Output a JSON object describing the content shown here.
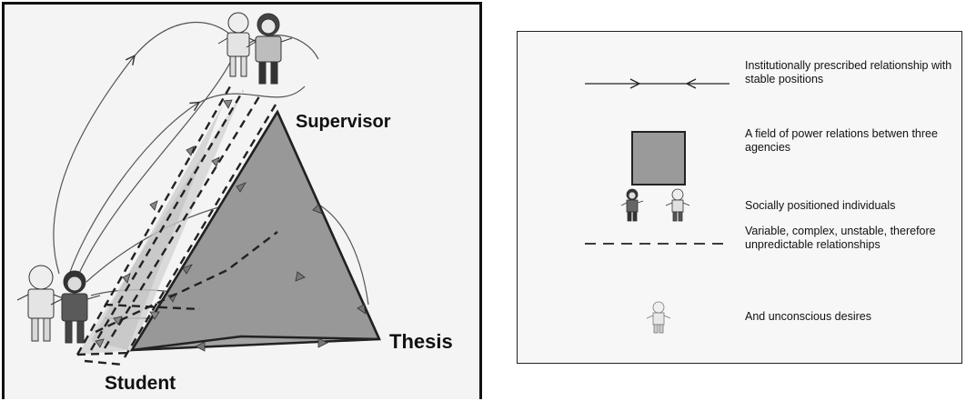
{
  "diagram": {
    "labels": {
      "supervisor": "Supervisor",
      "thesis": "Thesis",
      "student": "Student"
    }
  },
  "legend": {
    "items": [
      {
        "icon": "arrow-line-icon",
        "text": "Institutionally prescribed relationship with stable positions"
      },
      {
        "icon": "shaded-square-icon",
        "text": "A field of power relations betwen three agencies"
      },
      {
        "icon": "two-figures-icon",
        "text": "Socially positioned individuals"
      },
      {
        "icon": "dashed-line-icon",
        "text": "Variable, complex, unstable, therefore unpredictable relationships"
      },
      {
        "icon": "ghost-figure-icon",
        "text": "And unconscious desires"
      }
    ]
  },
  "colors": {
    "triangle_fill": "#8f8f8f",
    "left_face_fill": "#c9c9c9",
    "border": "#111111",
    "background": "#f4f4f4",
    "dark_figure": "#555555",
    "light_figure": "#e4e4e4"
  }
}
